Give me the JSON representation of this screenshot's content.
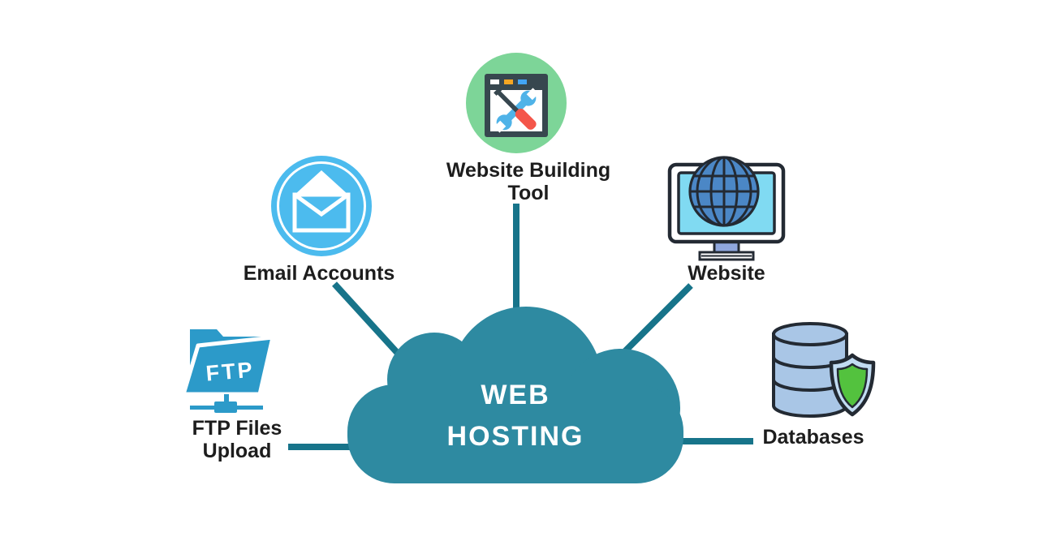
{
  "cloud": {
    "label_line1": "WEB",
    "label_line2": "HOSTING"
  },
  "nodes": {
    "website_building_tool": {
      "label_line1": "Website Building",
      "label_line2": "Tool",
      "icon": "browser-tools-icon"
    },
    "email_accounts": {
      "label": "Email Accounts",
      "icon": "envelope-icon"
    },
    "website": {
      "label": "Website",
      "icon": "monitor-globe-icon"
    },
    "ftp_files_upload": {
      "label_line1": "FTP Files",
      "label_line2": "Upload",
      "folder_text": "FTP",
      "icon": "ftp-folder-icon"
    },
    "databases": {
      "label": "Databases",
      "icon": "database-shield-icon"
    }
  },
  "colors": {
    "cloud": "#2E8AA1",
    "connector": "#17748A",
    "ink": "#1d1d1d",
    "circle_green": "#7DD598",
    "circle_blue": "#4CBBEE",
    "folder_blue": "#2C9AC9",
    "browser_frame": "#37474F",
    "dot_orange": "#F5A623",
    "dot_blue": "#42A5F5",
    "wrench_blue": "#4FB3E8",
    "screwdriver_red": "#F4564A",
    "outline_dark": "#232A33",
    "screen_cyan": "#80DAF2",
    "globe_blue": "#4B87C6",
    "stand_blue": "#8FA7DE",
    "db_fill": "#A9C6E6",
    "shield_light": "#C2DCF2",
    "shield_green": "#53C23E"
  }
}
